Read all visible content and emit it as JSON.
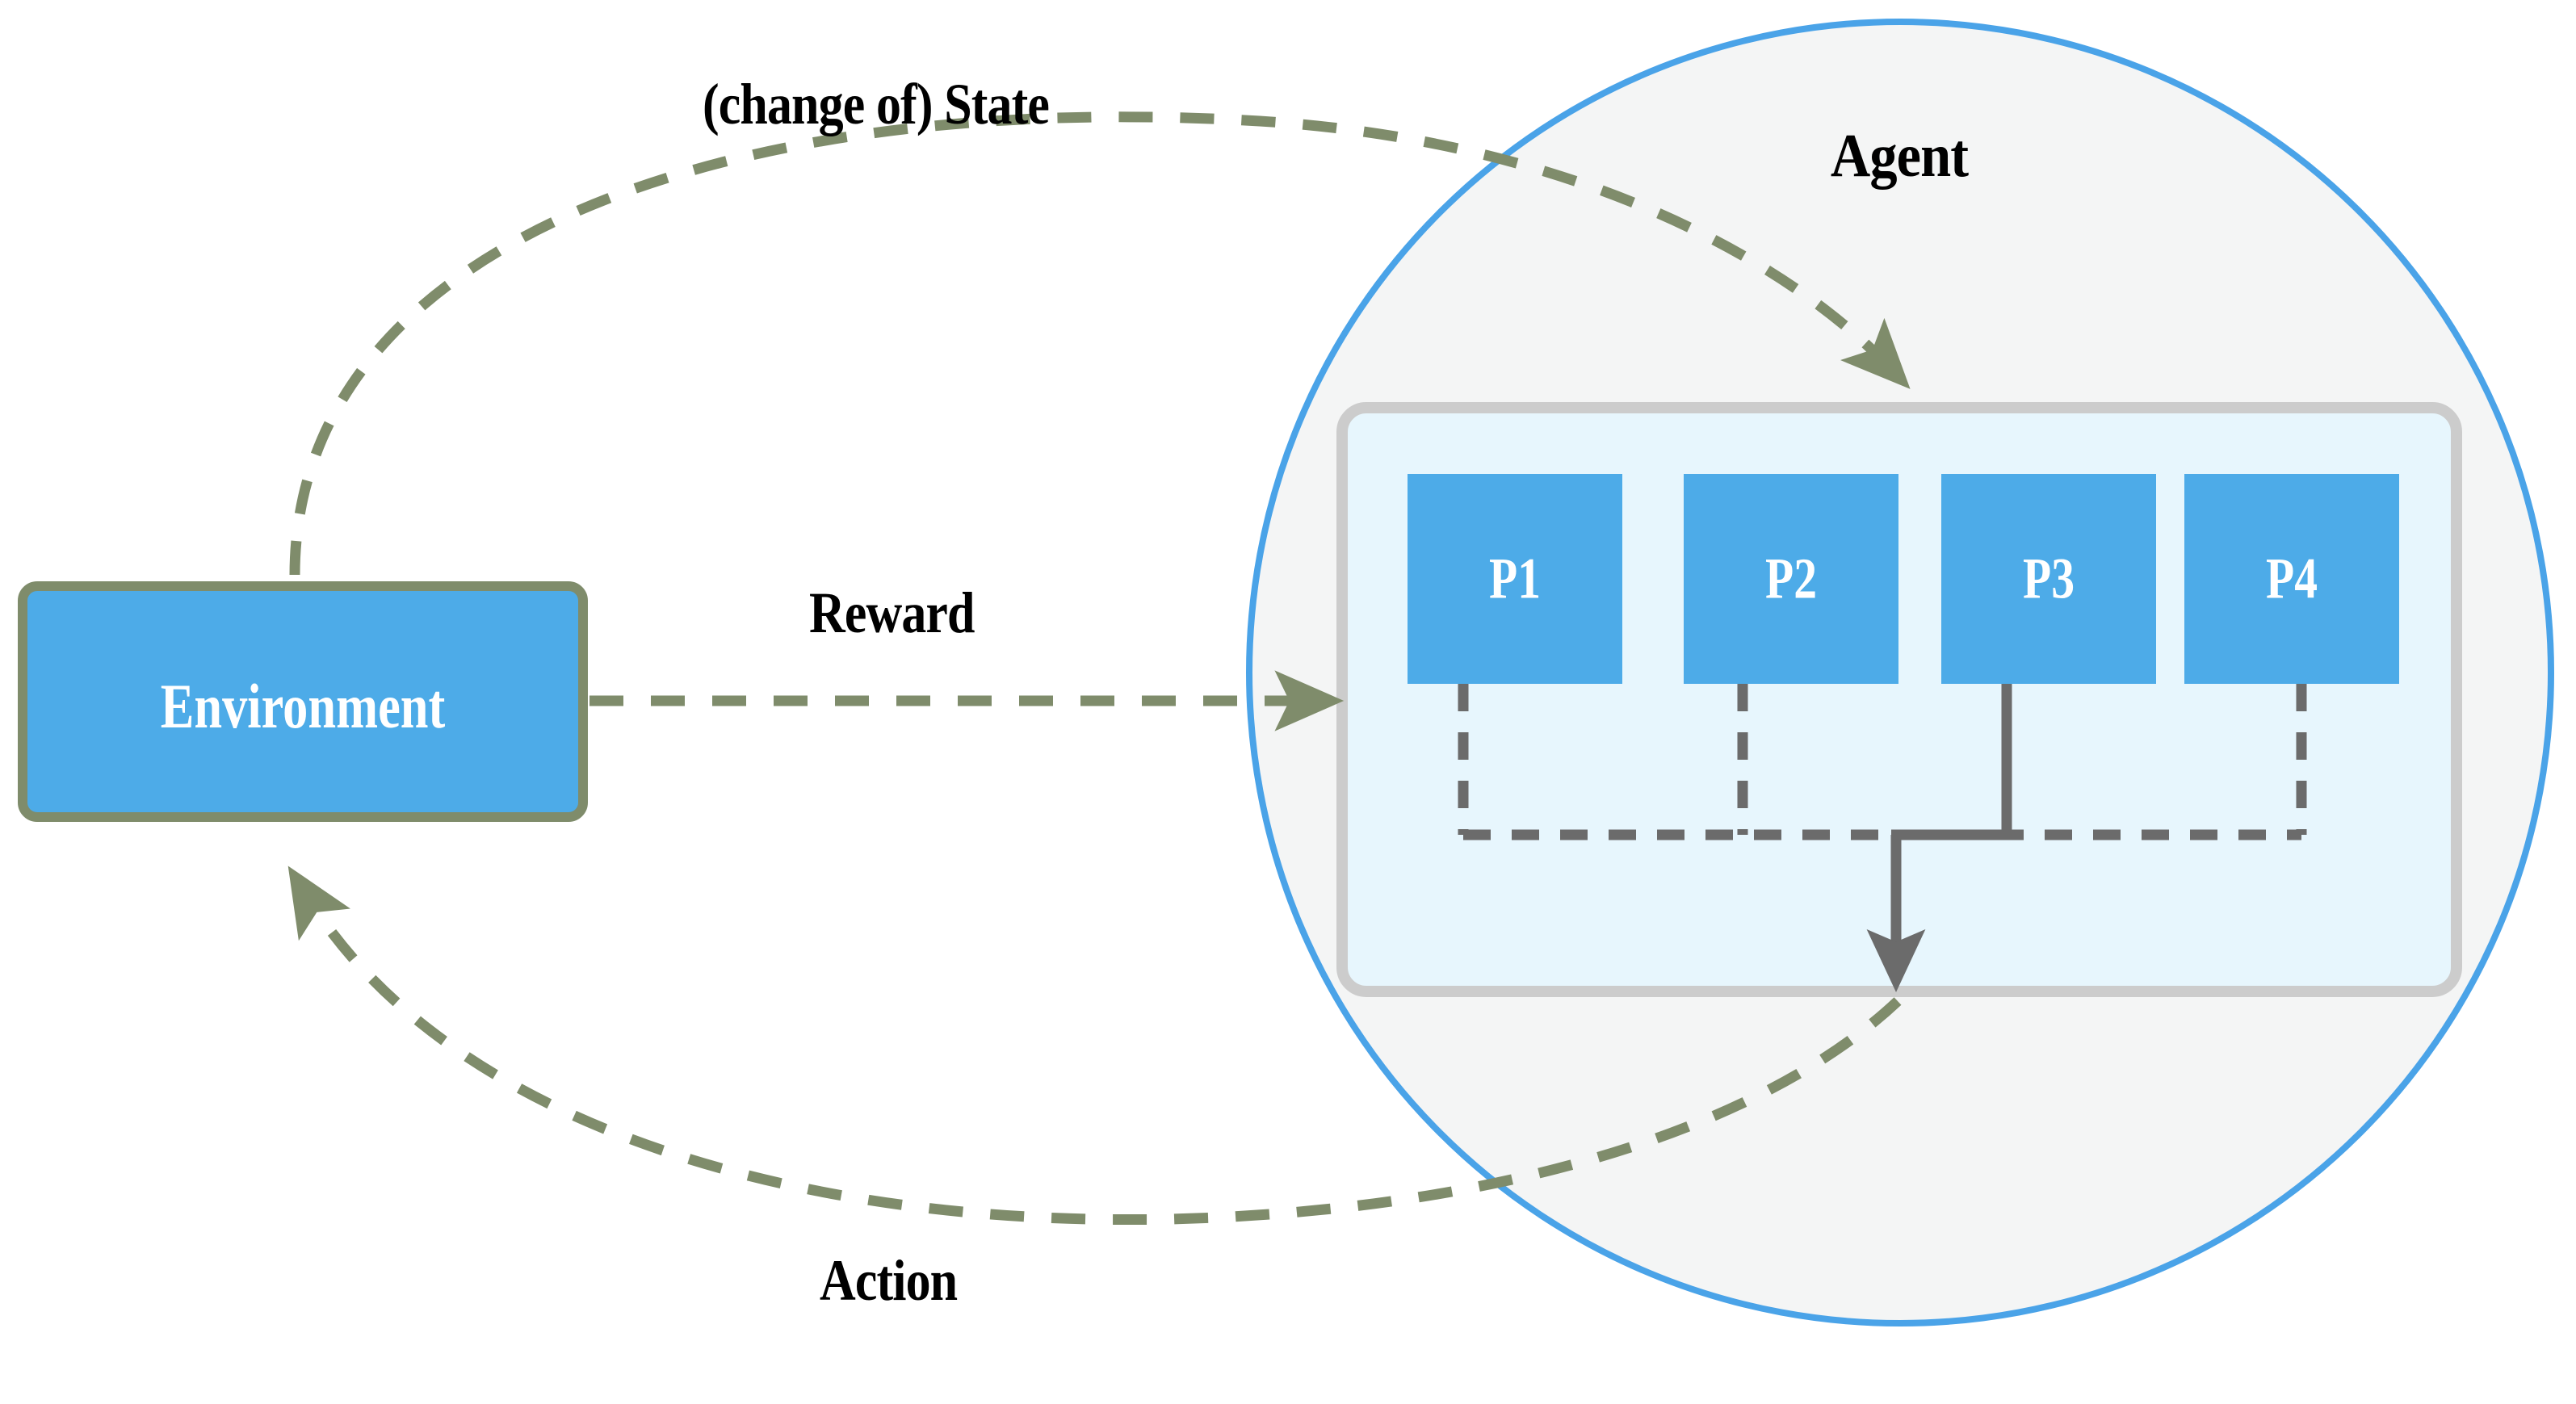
{
  "diagram": {
    "title_label": "Agent",
    "environment_label": "Environment",
    "edges": {
      "state_label": "(change of) State",
      "reward_label": "Reward",
      "action_label": "Action"
    },
    "policy_boxes": [
      {
        "label": "P1"
      },
      {
        "label": "P2"
      },
      {
        "label": "P3"
      },
      {
        "label": "P4"
      }
    ],
    "colors": {
      "box_fill": "#4dabe8",
      "box_border": "#7f8c6b",
      "agent_circle_stroke": "#4aa3e8",
      "agent_circle_fill": "#f4f5f5",
      "panel_fill": "#e7f6fd",
      "panel_border": "#cccccc",
      "dashed_arrow": "#7f8c6b",
      "connector_line": "#6b6b6b",
      "text_dark": "#000000",
      "text_light": "#ffffff"
    }
  }
}
